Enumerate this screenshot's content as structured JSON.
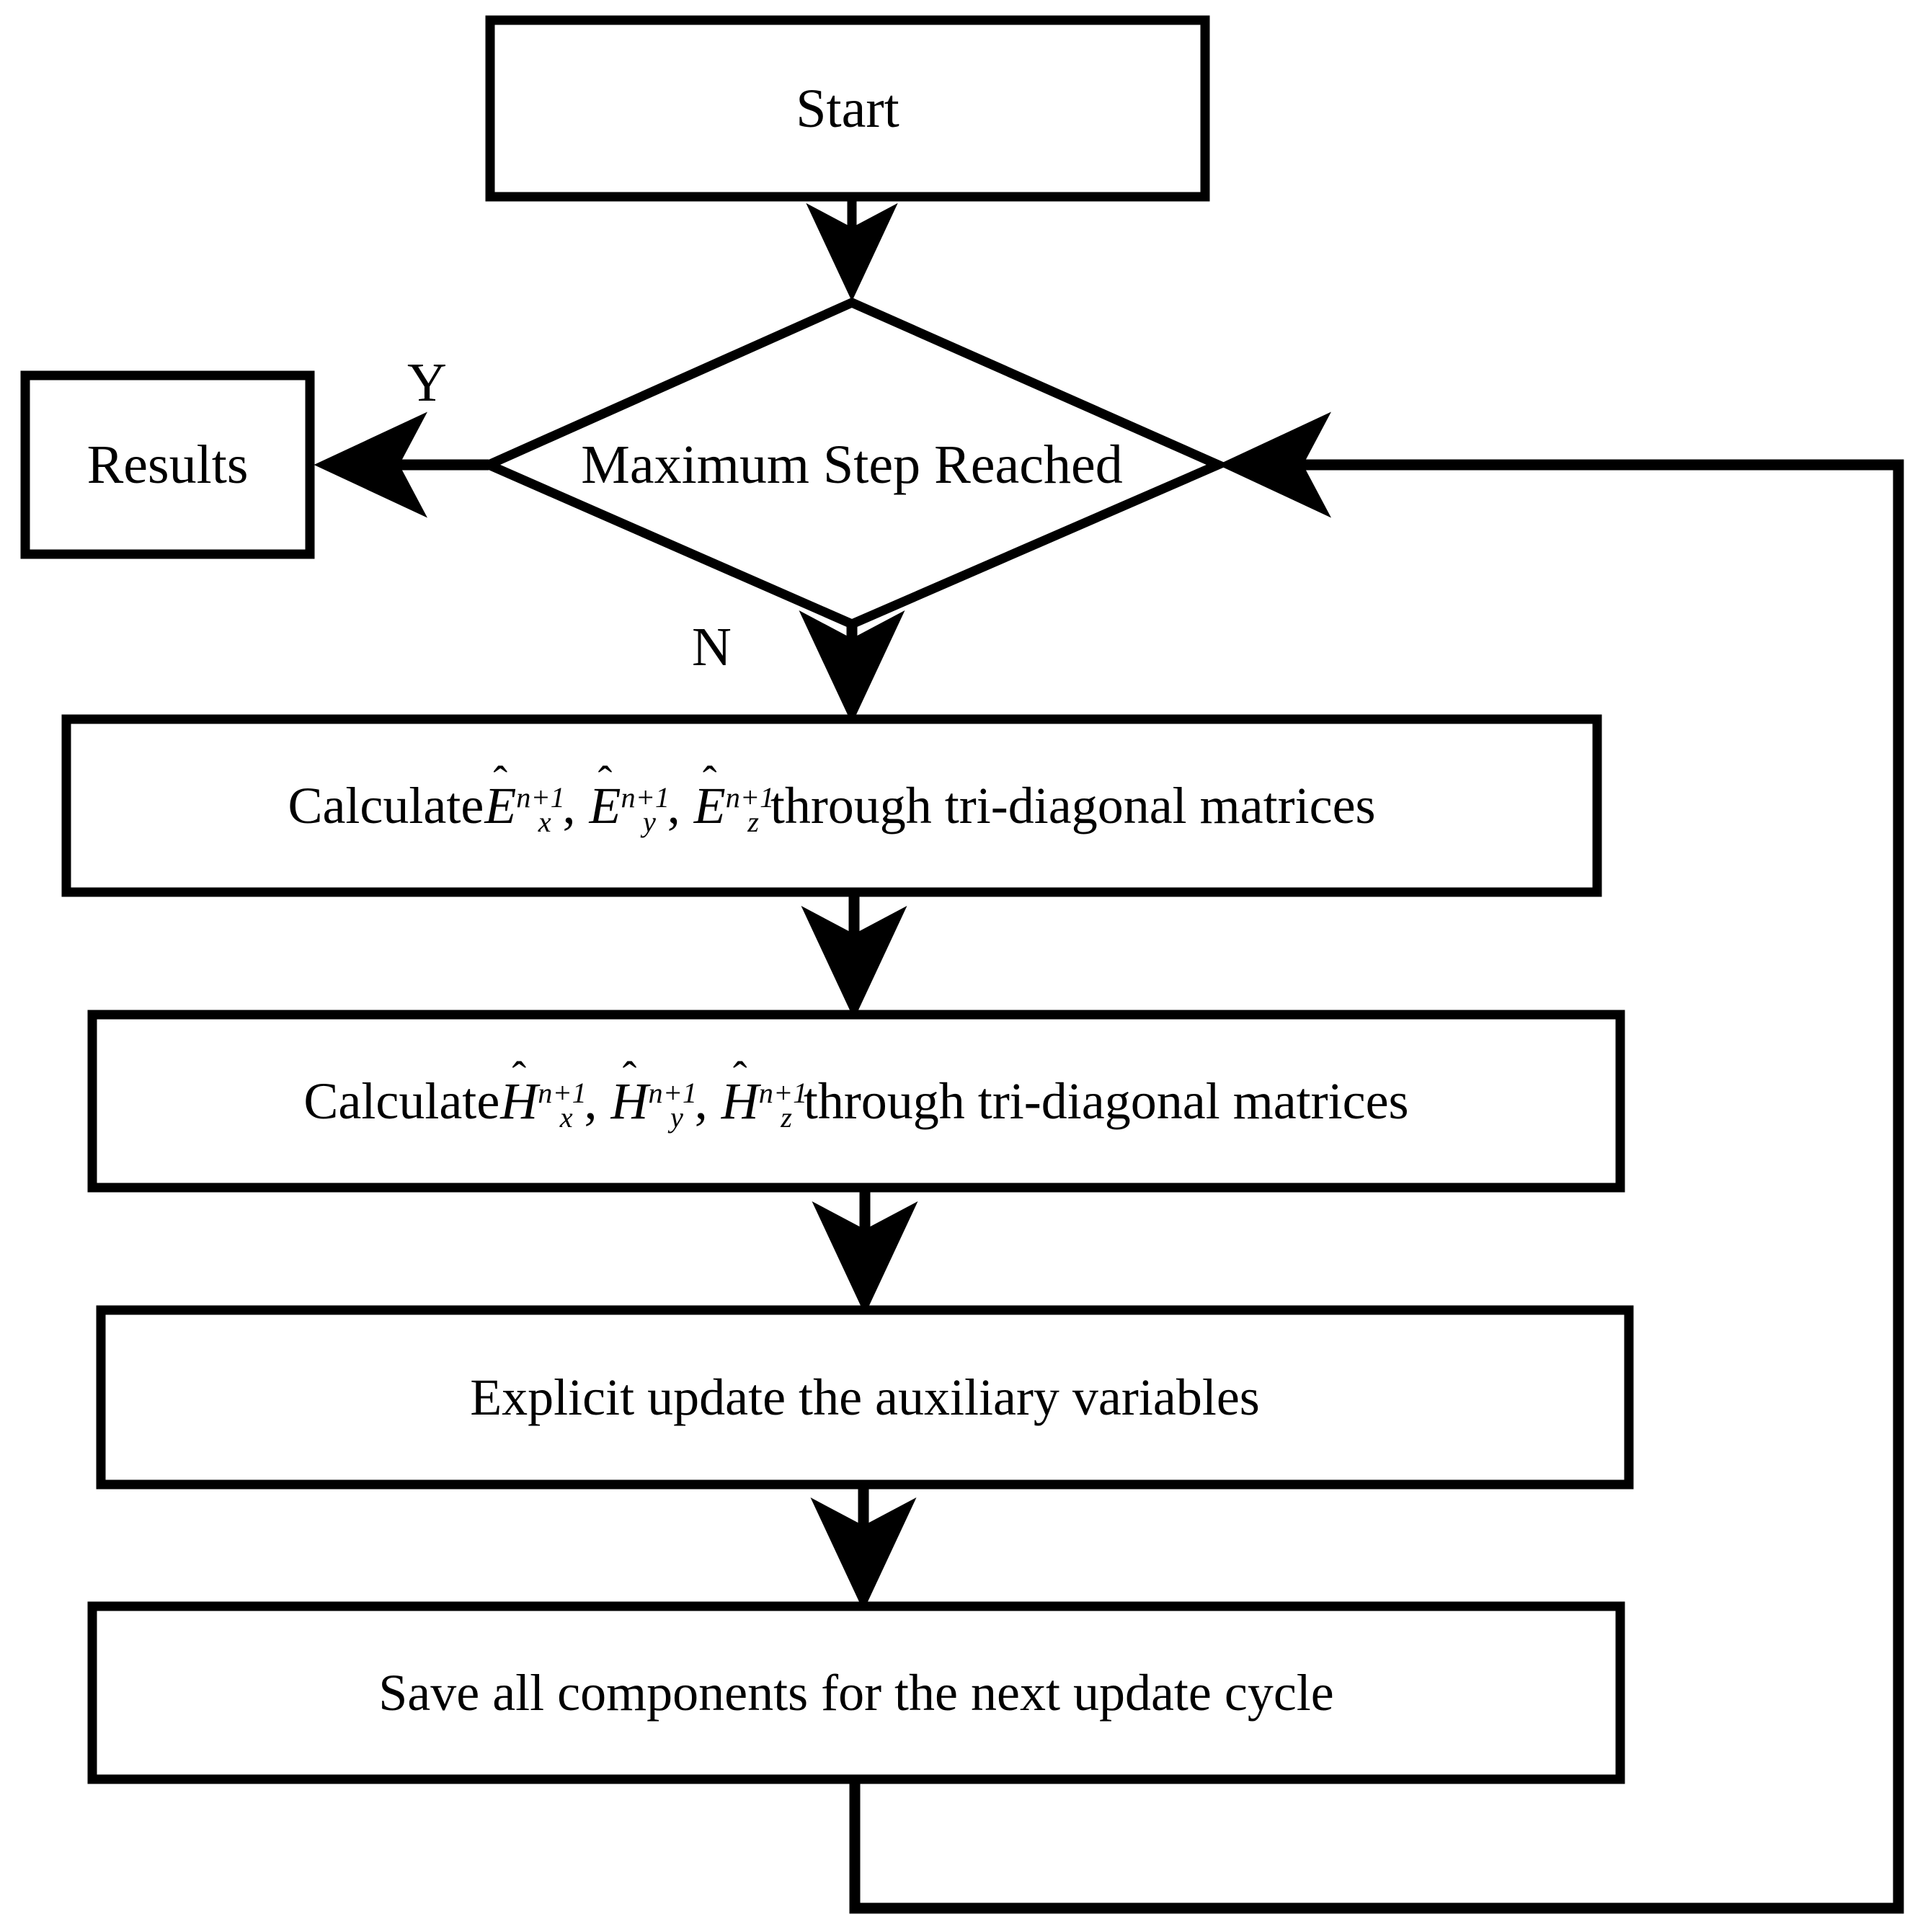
{
  "diagram": {
    "type": "flowchart",
    "title": "Implicit FDTD update cycle flowchart",
    "background_color": "#ffffff",
    "stroke_color": "#000000",
    "nodes": [
      {
        "id": "start",
        "shape": "rectangle",
        "label": "Start"
      },
      {
        "id": "decision",
        "shape": "diamond",
        "label": "Maximum Step Reached"
      },
      {
        "id": "results",
        "shape": "rectangle",
        "label": "Results"
      },
      {
        "id": "calc_e",
        "shape": "rectangle",
        "label_prefix": "Calculate ",
        "vars": [
          {
            "hat": "^",
            "base": "E",
            "sup": "n+1",
            "sub": "x"
          },
          {
            "hat": "^",
            "base": "E",
            "sup": "n+1",
            "sub": "y"
          },
          {
            "hat": "^",
            "base": "E",
            "sup": "n+1",
            "sub": "z"
          }
        ],
        "label_suffix": " through tri-diagonal matrices",
        "plain_label": "Calculate E_x^{n+1}, E_y^{n+1}, E_z^{n+1} through tri-diagonal matrices"
      },
      {
        "id": "calc_h",
        "shape": "rectangle",
        "label_prefix": "Calculate ",
        "vars": [
          {
            "hat": "^",
            "base": "H",
            "sup": "n+1",
            "sub": "x"
          },
          {
            "hat": "^",
            "base": "H",
            "sup": "n+1",
            "sub": "y"
          },
          {
            "hat": "^",
            "base": "H",
            "sup": "n+1",
            "sub": "z"
          }
        ],
        "label_suffix": " through tri-diagonal matrices",
        "plain_label": "Calculate H_x^{n+1}, H_y^{n+1}, H_z^{n+1} through tri-diagonal matrices"
      },
      {
        "id": "explicit_update",
        "shape": "rectangle",
        "label": "Explicit update the auxiliary variables"
      },
      {
        "id": "save",
        "shape": "rectangle",
        "label": "Save all components for the next update cycle"
      }
    ],
    "edge_labels": {
      "yes": "Y",
      "no": "N"
    },
    "edges": [
      {
        "from": "start",
        "to": "decision",
        "label": ""
      },
      {
        "from": "decision",
        "to": "results",
        "label": "Y"
      },
      {
        "from": "decision",
        "to": "calc_e",
        "label": "N"
      },
      {
        "from": "calc_e",
        "to": "calc_h",
        "label": ""
      },
      {
        "from": "calc_h",
        "to": "explicit_update",
        "label": ""
      },
      {
        "from": "explicit_update",
        "to": "save",
        "label": ""
      },
      {
        "from": "save",
        "to": "decision",
        "label": ""
      }
    ]
  }
}
